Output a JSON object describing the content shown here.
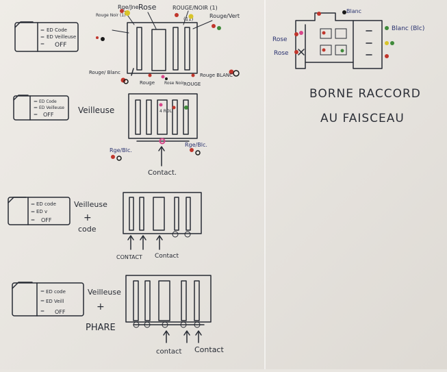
{
  "title": {
    "line1": "BORNE RACCORD",
    "line2": "AU FAISCEAU"
  },
  "colors": {
    "ink": "#262a33",
    "blue_ink": "#27306e",
    "red": "#c0362c",
    "yellow": "#d8c42a",
    "green": "#3f8a3a",
    "pink": "#d8468a",
    "black": "#1a1a1a"
  },
  "switch_positions": {
    "code": "ED Code",
    "veilleuse": "ED Veilleuse",
    "off": "OFF"
  },
  "diagram1": {
    "labels": {
      "top_rge_jne": "Rge/Jne",
      "top_rose": "Rose",
      "top_rouge_noir": "ROUGE/NOIR (1)",
      "top_11": "(11)",
      "top_rouge_vert": "Rouge/Vert",
      "left_rouge_noir": "Rouge Noir (1)",
      "bottom_rouge_blanc_left": "Rouge/ Blanc",
      "bottom_rouge": "Rouge",
      "bottom_rose_noir": "Rose Noir",
      "bottom_rouge2": "ROUGE",
      "bottom_rouge_blanc_right": "Rouge BLANC"
    }
  },
  "diagram2": {
    "state": "Veilleuse",
    "switch": {
      "code": "ED Code",
      "veilleuse": "ED Veilleuse",
      "off": "OFF"
    },
    "left_label": "Rge/Blc.",
    "right_label": "Rge/Blc.",
    "center_label": "4 ROL",
    "arrow_label": "Contact."
  },
  "diagram3": {
    "state_line1": "Veilleuse",
    "state_plus": "+",
    "state_line2": "code",
    "switch": {
      "code": "ED code",
      "veilleuse": "ED v",
      "off": "OFF"
    },
    "arrow_label_left": "CONTACT",
    "arrow_label_right": "Contact"
  },
  "diagram4": {
    "state_line1": "Veilleuse",
    "state_plus": "+",
    "state_line2": "PHARE",
    "switch": {
      "code": "ED code",
      "veilleuse": "ED Veill",
      "off": "OFF"
    },
    "arrow_label_left": "contact",
    "arrow_label_right": "Contact"
  },
  "connector_back": {
    "labels": {
      "blanc_top": "Blanc",
      "blanc_right": "Blanc (Blc)",
      "rose_top": "Rose",
      "rose_bottom": "Rose"
    }
  }
}
